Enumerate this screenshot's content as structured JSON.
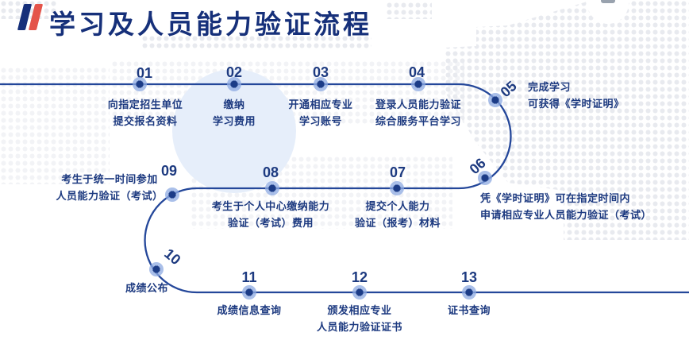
{
  "title": {
    "text": "学习及人员能力验证流程"
  },
  "steps": [
    {
      "num": "01",
      "lines": [
        "向指定招生单位",
        "提交报名资料"
      ]
    },
    {
      "num": "02",
      "lines": [
        "缴纳",
        "学习费用"
      ]
    },
    {
      "num": "03",
      "lines": [
        "开通相应专业",
        "学习账号"
      ]
    },
    {
      "num": "04",
      "lines": [
        "登录人员能力验证",
        "综合服务平台学习"
      ]
    },
    {
      "num": "05",
      "lines": [
        "完成学习",
        "可获得《学时证明》"
      ]
    },
    {
      "num": "06",
      "lines": [
        "凭《学时证明》可在指定时间内",
        "申请相应专业人员能力验证（考试）"
      ]
    },
    {
      "num": "07",
      "lines": [
        "提交个人能力",
        "验证（报考）材料"
      ]
    },
    {
      "num": "08",
      "lines": [
        "考生于个人中心缴纳能力",
        "验证（考试）费用"
      ]
    },
    {
      "num": "09",
      "lines": [
        "考生于统一时间参加",
        "人员能力验证（考试）"
      ]
    },
    {
      "num": "10",
      "lines": [
        "成绩公布"
      ]
    },
    {
      "num": "11",
      "lines": [
        "成绩信息查询"
      ]
    },
    {
      "num": "12",
      "lines": [
        "颁发相应专业",
        "人员能力验证证书"
      ]
    },
    {
      "num": "13",
      "lines": [
        "证书查询"
      ]
    }
  ],
  "colors": {
    "navy": "#1d3a80",
    "title_navy": "#16307a",
    "red_slash": "#e4544a",
    "path_line": "#24479a",
    "dot_halo": "#8daae2",
    "light_circle": "#e6eefa",
    "dot_pattern_gray": "#e8eaef"
  }
}
